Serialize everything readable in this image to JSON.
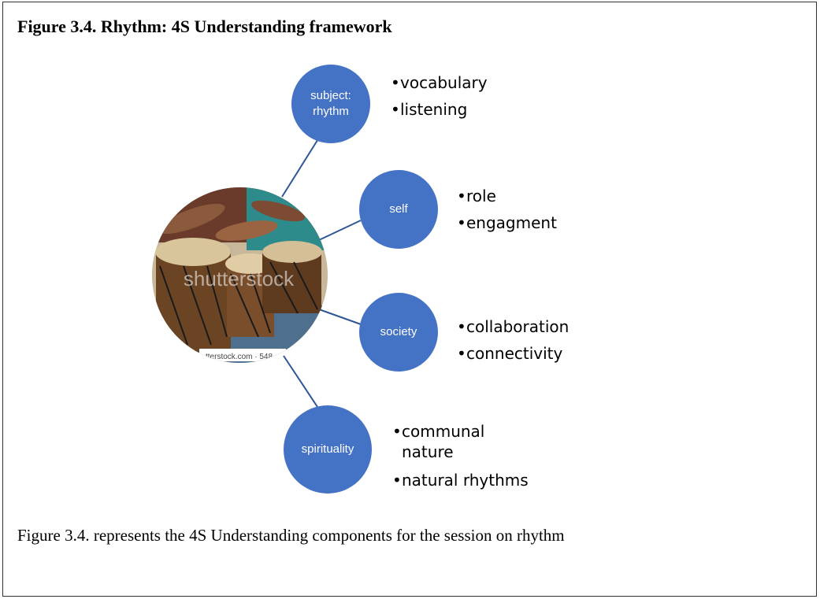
{
  "figure": {
    "title": "Figure 3.4. Rhythm: 4S Understanding framework",
    "caption": "Figure 3.4. represents the 4S Understanding components for the session on rhythm"
  },
  "center_image": {
    "watermark": "shutterstock",
    "footer_text": "tterstock.com · 548"
  },
  "nodes": [
    {
      "label": "subject:\nrhythm",
      "bullets": [
        "vocabulary",
        "listening"
      ]
    },
    {
      "label": "self",
      "bullets": [
        "role",
        "engagment"
      ]
    },
    {
      "label": "society",
      "bullets": [
        "collaboration",
        "connectivity"
      ]
    },
    {
      "label": "spirituality",
      "bullets": [
        "communal nature",
        "natural rhythms"
      ]
    }
  ],
  "colors": {
    "node_fill": "#4472c4",
    "connector": "#2f5597"
  }
}
